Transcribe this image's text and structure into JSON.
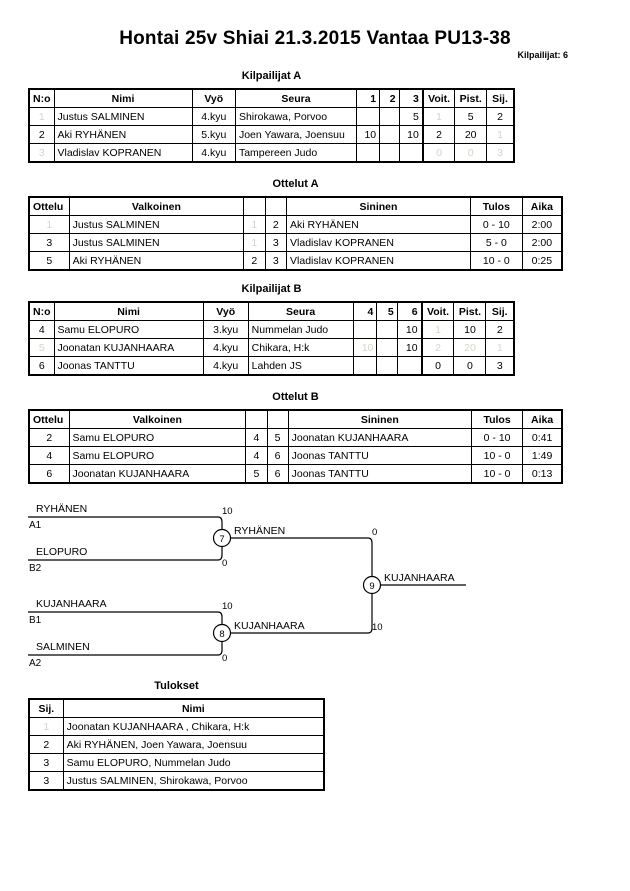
{
  "header": {
    "title": "Hontai 25v Shiai  21.3.2015  Vantaa   PU13-38",
    "entrants": "Kilpailijat: 6"
  },
  "captions": {
    "pool_a": "Kilpailijat A",
    "matches_a": "Ottelut A",
    "pool_b": "Kilpailijat B",
    "matches_b": "Ottelut B",
    "results": "Tulokset"
  },
  "pool_headers": {
    "no": "N:o",
    "name": "Nimi",
    "belt": "Vyö",
    "club": "Seura",
    "wins": "Voit.",
    "points": "Pist.",
    "rank": "Sij."
  },
  "pool_a": {
    "opponent_cols": [
      "1",
      "2",
      "3"
    ],
    "rows": [
      {
        "no": "1",
        "name": "Justus SALMINEN",
        "belt": "4.kyu",
        "club": "Shirokawa, Porvoo",
        "scores": [
          "",
          "",
          "5"
        ],
        "wins": "1",
        "points": "5",
        "rank": "2"
      },
      {
        "no": "2",
        "name": "Aki RYHÄNEN",
        "belt": "5.kyu",
        "club": "Joen Yawara, Joensuu",
        "scores": [
          "10",
          "",
          "10"
        ],
        "wins": "2",
        "points": "20",
        "rank": "1"
      },
      {
        "no": "3",
        "name": "Vladislav KOPRANEN",
        "belt": "4.kyu",
        "club": "Tampereen Judo",
        "scores": [
          "",
          "",
          ""
        ],
        "wins": "0",
        "points": "0",
        "rank": "3"
      }
    ]
  },
  "pool_b": {
    "opponent_cols": [
      "4",
      "5",
      "6"
    ],
    "rows": [
      {
        "no": "4",
        "name": "Samu ELOPURO",
        "belt": "3.kyu",
        "club": "Nummelan Judo",
        "scores": [
          "",
          "",
          "10"
        ],
        "wins": "1",
        "points": "10",
        "rank": "2"
      },
      {
        "no": "5",
        "name": "Joonatan  KUJANHAARA",
        "belt": "4.kyu",
        "club": "Chikara, H:k",
        "scores": [
          "10",
          "",
          "10"
        ],
        "wins": "2",
        "points": "20",
        "rank": "1"
      },
      {
        "no": "6",
        "name": "Joonas TANTTU",
        "belt": "4.kyu",
        "club": "Lahden JS",
        "scores": [
          "",
          "",
          ""
        ],
        "wins": "0",
        "points": "0",
        "rank": "3"
      }
    ]
  },
  "match_headers": {
    "match": "Ottelu",
    "white": "Valkoinen",
    "blue": "Sininen",
    "result": "Tulos",
    "time": "Aika"
  },
  "matches_a": [
    {
      "no": "1",
      "white": "Justus SALMINEN",
      "white_no": "1",
      "blue_no": "2",
      "blue": "Aki RYHÄNEN",
      "result": "0 - 10",
      "time": "2:00"
    },
    {
      "no": "3",
      "white": "Justus SALMINEN",
      "white_no": "1",
      "blue_no": "3",
      "blue": "Vladislav KOPRANEN",
      "result": "5 - 0",
      "time": "2:00"
    },
    {
      "no": "5",
      "white": "Aki RYHÄNEN",
      "white_no": "2",
      "blue_no": "3",
      "blue": "Vladislav KOPRANEN",
      "result": "10 - 0",
      "time": "0:25"
    }
  ],
  "matches_b": [
    {
      "no": "2",
      "white": "Samu ELOPURO",
      "white_no": "4",
      "blue_no": "5",
      "blue": "Joonatan  KUJANHAARA",
      "result": "0 - 10",
      "time": "0:41"
    },
    {
      "no": "4",
      "white": "Samu ELOPURO",
      "white_no": "4",
      "blue_no": "6",
      "blue": "Joonas TANTTU",
      "result": "10 - 0",
      "time": "1:49"
    },
    {
      "no": "6",
      "white": "Joonatan  KUJANHAARA",
      "white_no": "5",
      "blue_no": "6",
      "blue": "Joonas TANTTU",
      "result": "10 - 0",
      "time": "0:13"
    }
  ],
  "bracket": {
    "semi1": {
      "match_no": "7",
      "top": {
        "name": "RYHÄNEN",
        "seed": "A1",
        "score": "10"
      },
      "bottom": {
        "name": "ELOPURO",
        "seed": "B2",
        "score": "0"
      },
      "winner": "RYHÄNEN",
      "winner_score": "0"
    },
    "semi2": {
      "match_no": "8",
      "top": {
        "name": "KUJANHAARA",
        "seed": "B1",
        "score": "10"
      },
      "bottom": {
        "name": "SALMINEN",
        "seed": "A2",
        "score": "0"
      },
      "winner": "KUJANHAARA",
      "winner_score": "10"
    },
    "final": {
      "match_no": "9",
      "winner": "KUJANHAARA"
    }
  },
  "results_headers": {
    "rank": "Sij.",
    "name": "Nimi"
  },
  "results": [
    {
      "rank": "1",
      "name": "Joonatan  KUJANHAARA , Chikara, H:k"
    },
    {
      "rank": "2",
      "name": "Aki RYHÄNEN, Joen Yawara, Joensuu"
    },
    {
      "rank": "3",
      "name": "Samu ELOPURO, Nummelan Judo"
    },
    {
      "rank": "3",
      "name": "Justus SALMINEN, Shirokawa, Porvoo"
    }
  ]
}
